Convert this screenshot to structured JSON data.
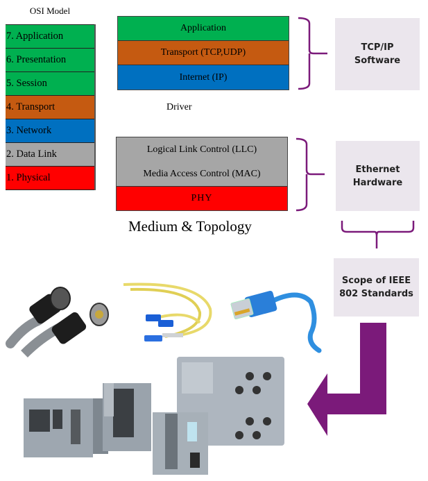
{
  "osi_model": {
    "title": "OSI Model",
    "layers": [
      {
        "label": "7. Application",
        "color": "#00b050"
      },
      {
        "label": "6. Presentation",
        "color": "#00b050"
      },
      {
        "label": "5. Session",
        "color": "#00b050"
      },
      {
        "label": "4. Transport",
        "color": "#c55a11"
      },
      {
        "label": "3. Network",
        "color": "#0070c0"
      },
      {
        "label": "2. Data Link",
        "color": "#a6a6a6"
      },
      {
        "label": "1. Physical",
        "color": "#ff0000"
      }
    ]
  },
  "tcpip_stack": {
    "layers": [
      {
        "label": "Application",
        "color": "#00b050"
      },
      {
        "label": "Transport (TCP,UDP)",
        "color": "#c55a11"
      },
      {
        "label": "Internet (IP)",
        "color": "#0070c0"
      }
    ]
  },
  "driver_label": "Driver",
  "hardware_stack": {
    "layers": [
      {
        "label": "Logical Link Control (LLC)",
        "color": "#a6a6a6"
      },
      {
        "label": "Media Access Control (MAC)",
        "color": "#a6a6a6"
      },
      {
        "label": "PHY",
        "color": "#ff0000"
      }
    ]
  },
  "medium_label": "Medium & Topology",
  "side_boxes": {
    "software": {
      "line1": "TCP/IP",
      "line2": "Software"
    },
    "hardware": {
      "line1": "Ethernet",
      "line2": "Hardware"
    },
    "ieee": {
      "line1": "Scope of IEEE",
      "line2": "802 Standards"
    }
  },
  "colors": {
    "bracket": "#7b1a7a",
    "arrow": "#7b1a7a",
    "side_box_bg": "#ebe6ed"
  },
  "images": [
    {
      "name": "m12-industrial-connector-cable"
    },
    {
      "name": "fiber-optic-patch-cable"
    },
    {
      "name": "rj45-ethernet-cable"
    },
    {
      "name": "industrial-ethernet-switches"
    }
  ]
}
